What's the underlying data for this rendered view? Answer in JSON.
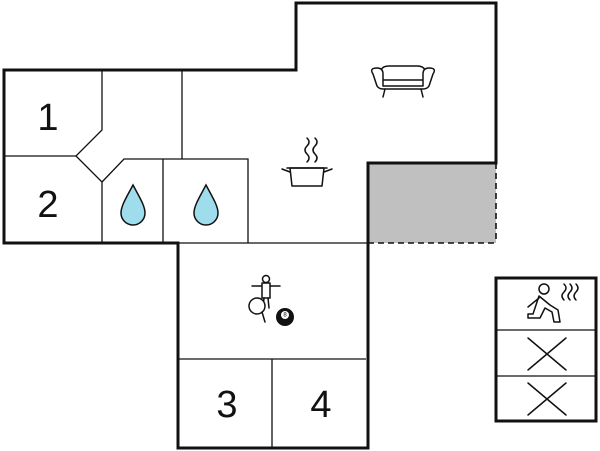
{
  "floorplan": {
    "room_numbers": {
      "room_1": "1",
      "room_2": "2",
      "room_3": "3",
      "room_4": "4"
    },
    "icons": {
      "living_room": "sofa-icon",
      "kitchen": "cooking-pot-icon",
      "bathroom_left": "water-drop-icon",
      "bathroom_right": "water-drop-icon",
      "games_room": "table-football-ping-pong-billiard-icon",
      "sauna": "sauna-icon",
      "unused_1": "cross-icon",
      "unused_2": "cross-icon"
    },
    "billiard_ball_label": "8",
    "colors": {
      "wall": "#111111",
      "terrace": "#c0c0c0",
      "water_drop": "#9fdcec",
      "background": "#ffffff"
    }
  }
}
